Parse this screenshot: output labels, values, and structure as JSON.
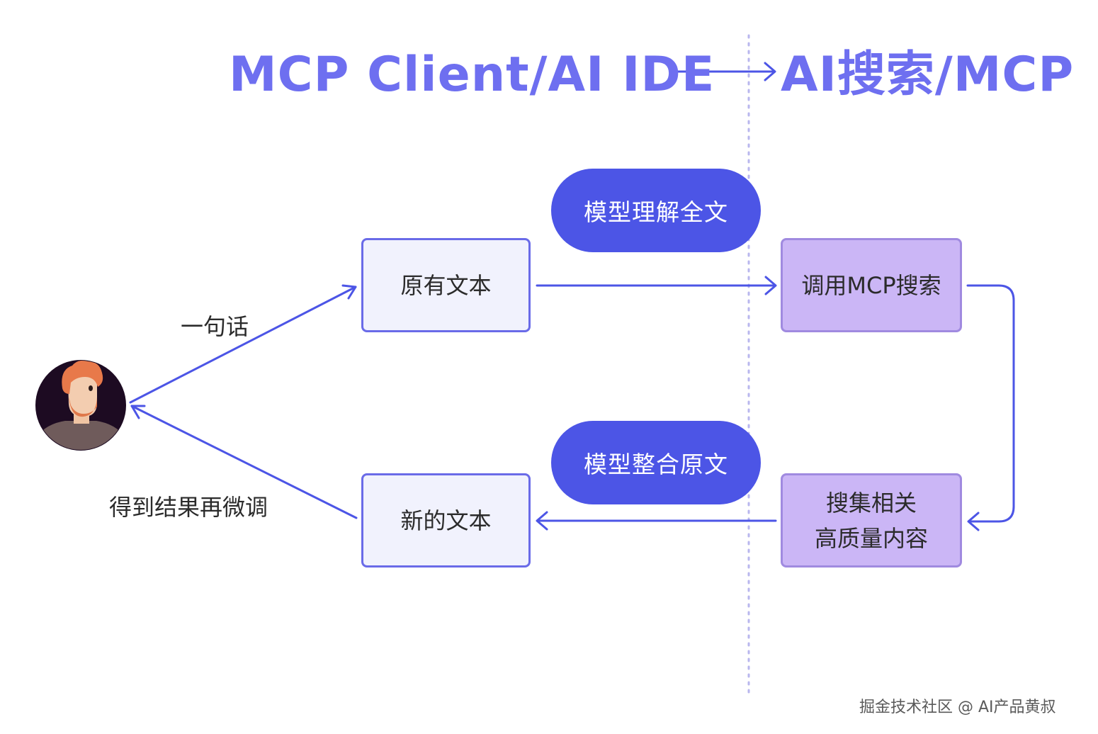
{
  "titles": {
    "left": "MCP Client/AI IDE",
    "right": "AI搜索/MCP"
  },
  "boxes": {
    "original_text": "原有文本",
    "new_text": "新的文本",
    "call_mcp_search": "调用MCP搜索",
    "collect_line1": "搜集相关",
    "collect_line2": "高质量内容"
  },
  "pills": {
    "understand": "模型理解全文",
    "integrate": "模型整合原文"
  },
  "labels": {
    "one_sentence": "一句话",
    "refine": "得到结果再微调"
  },
  "watermark": "掘金技术社区 @ AI产品黄叔",
  "colors": {
    "title": "#6e6ff0",
    "arrow": "#4c55e6",
    "pill": "#4c55e6",
    "box_blue_fill": "#f1f2fd",
    "box_purple_fill": "#cbb6f6",
    "divider": "#b9b7ee"
  }
}
